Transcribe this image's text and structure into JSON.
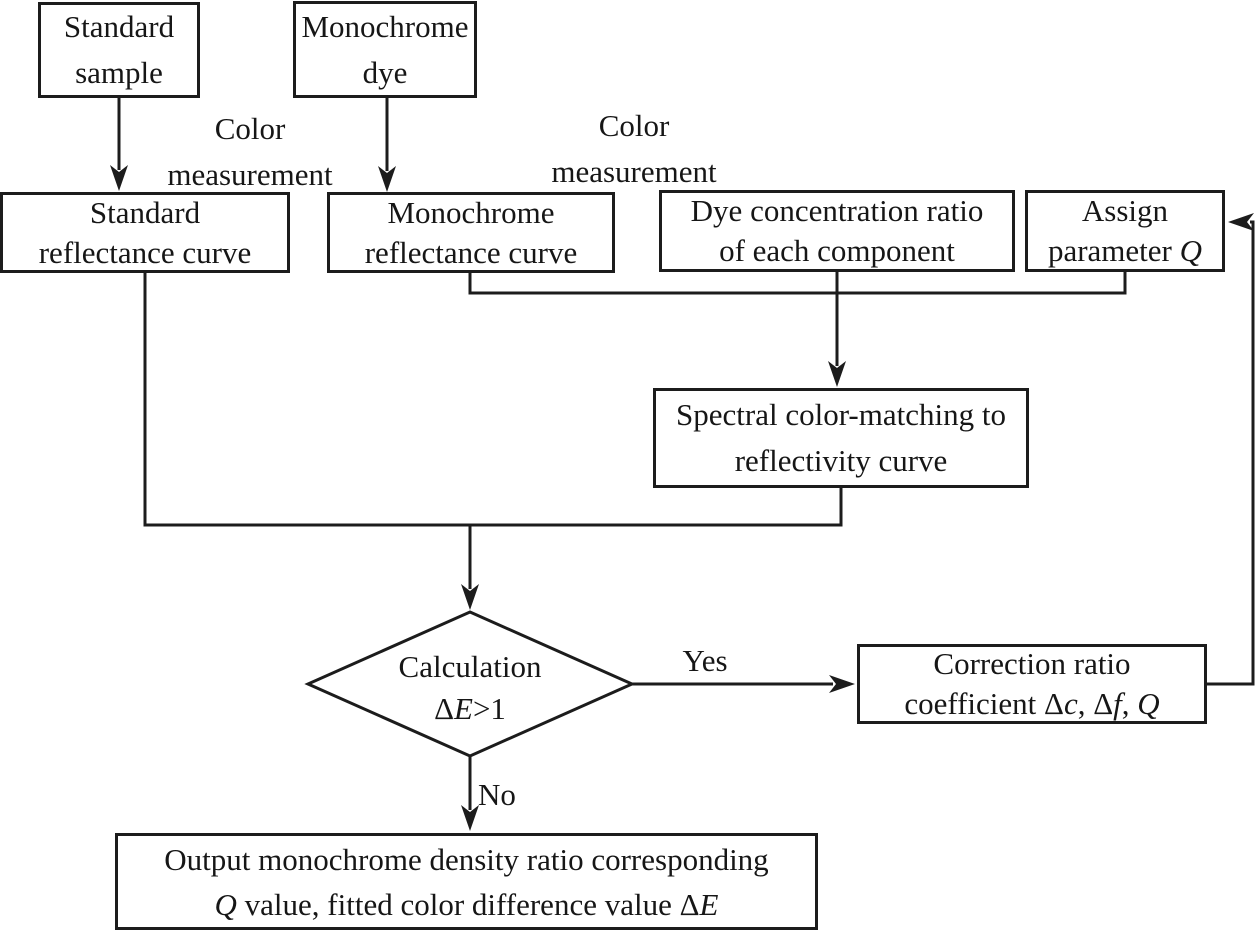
{
  "figure": {
    "type": "flowchart",
    "background_color": "#ffffff",
    "line_color": "#1c1c1c",
    "text_color": "#161616"
  },
  "nodes": {
    "standard_sample": {
      "lines": [
        [
          {
            "t": "Standard"
          }
        ],
        [
          {
            "t": "sample"
          }
        ]
      ]
    },
    "monochrome_dye": {
      "lines": [
        [
          {
            "t": "Monochrome"
          }
        ],
        [
          {
            "t": "dye"
          }
        ]
      ]
    },
    "standard_reflectance_curve": {
      "lines": [
        [
          {
            "t": "Standard"
          }
        ],
        [
          {
            "t": "reflectance curve"
          }
        ]
      ]
    },
    "monochrome_reflectance_curve": {
      "lines": [
        [
          {
            "t": "Monochrome"
          }
        ],
        [
          {
            "t": "reflectance curve"
          }
        ]
      ]
    },
    "dye_concentration_ratio": {
      "lines": [
        [
          {
            "t": "Dye concentration ratio"
          }
        ],
        [
          {
            "t": "of each component"
          }
        ]
      ]
    },
    "assign_parameter": {
      "lines": [
        [
          {
            "t": "Assign"
          }
        ],
        [
          {
            "t": "parameter "
          },
          {
            "t": "Q",
            "italic": true
          }
        ]
      ]
    },
    "spectral_matching": {
      "lines": [
        [
          {
            "t": "Spectral color-matching to"
          }
        ],
        [
          {
            "t": "reflectivity curve"
          }
        ]
      ]
    },
    "decision": {
      "lines": [
        [
          {
            "t": "Calculation"
          }
        ],
        [
          {
            "t": "Δ"
          },
          {
            "t": "E",
            "italic": true
          },
          {
            "t": ">1"
          }
        ]
      ]
    },
    "correction": {
      "lines": [
        [
          {
            "t": "Correction ratio"
          }
        ],
        [
          {
            "t": "coefficient Δ"
          },
          {
            "t": "c",
            "italic": true
          },
          {
            "t": ", Δ"
          },
          {
            "t": "f",
            "italic": true
          },
          {
            "t": ", "
          },
          {
            "t": "Q",
            "italic": true
          }
        ]
      ]
    },
    "output": {
      "lines": [
        [
          {
            "t": "Output monochrome density ratio corresponding"
          }
        ],
        [
          {
            "t": "Q",
            "italic": true
          },
          {
            "t": " value, fitted color difference value Δ"
          },
          {
            "t": "E",
            "italic": true
          }
        ]
      ]
    }
  },
  "labels": {
    "color_measurement_left": {
      "lines": [
        [
          {
            "t": "Color"
          }
        ],
        [
          {
            "t": "measurement"
          }
        ]
      ]
    },
    "color_measurement_right": {
      "lines": [
        [
          {
            "t": "Color"
          }
        ],
        [
          {
            "t": "measurement"
          }
        ]
      ]
    },
    "yes": "Yes",
    "no": "No"
  }
}
